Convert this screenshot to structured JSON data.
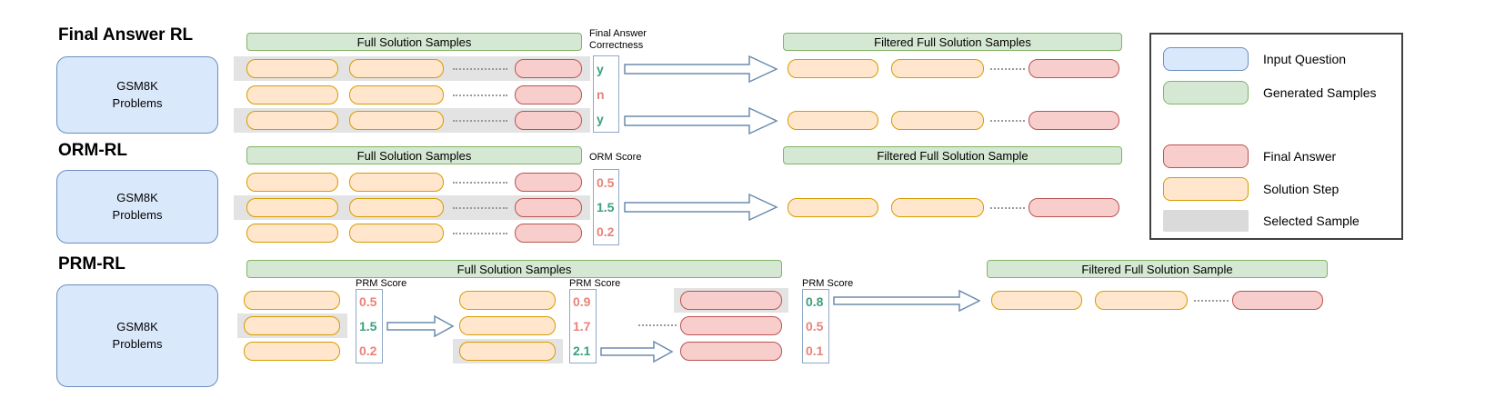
{
  "colors": {
    "input_question_fill": "#dae8fc",
    "input_question_stroke": "#6c8ebf",
    "generated_samples_fill": "#d5e8d4",
    "generated_samples_stroke": "#82b366",
    "final_answer_fill": "#f8cecc",
    "final_answer_stroke": "#b85450",
    "solution_step_fill": "#ffe6cc",
    "solution_step_stroke": "#d79b00",
    "selected_sample_fill": "#e3e3e3",
    "score_positive": "#3aa17e",
    "score_negative": "#e8837a",
    "arrow_stroke": "#6b8cae"
  },
  "final_answer_rl": {
    "title": "Final Answer RL",
    "input_box": "GSM8K\nProblems",
    "samples_header": "Full Solution Samples",
    "score_label": "Final Answer\nCorrectness",
    "scores": [
      {
        "value": "y",
        "status": "positive"
      },
      {
        "value": "n",
        "status": "negative"
      },
      {
        "value": "y",
        "status": "positive"
      }
    ],
    "filtered_header": "Filtered Full Solution Samples"
  },
  "orm_rl": {
    "title": "ORM-RL",
    "input_box": "GSM8K\nProblems",
    "samples_header": "Full Solution Samples",
    "score_label": "ORM Score",
    "scores": [
      {
        "value": "0.5",
        "status": "negative"
      },
      {
        "value": "1.5",
        "status": "positive"
      },
      {
        "value": "0.2",
        "status": "negative"
      }
    ],
    "filtered_header": "Filtered Full Solution Sample"
  },
  "prm_rl": {
    "title": "PRM-RL",
    "input_box": "GSM8K\nProblems",
    "samples_header": "Full Solution Samples",
    "stage1": {
      "score_label": "PRM Score",
      "scores": [
        {
          "value": "0.5",
          "status": "negative"
        },
        {
          "value": "1.5",
          "status": "positive"
        },
        {
          "value": "0.2",
          "status": "negative"
        }
      ]
    },
    "stage2": {
      "score_label": "PRM Score",
      "scores": [
        {
          "value": "0.9",
          "status": "negative"
        },
        {
          "value": "1.7",
          "status": "negative"
        },
        {
          "value": "2.1",
          "status": "positive"
        }
      ]
    },
    "stage3": {
      "score_label": "PRM Score",
      "scores": [
        {
          "value": "0.8",
          "status": "positive"
        },
        {
          "value": "0.5",
          "status": "negative"
        },
        {
          "value": "0.1",
          "status": "negative"
        }
      ]
    },
    "filtered_header": "Filtered Full Solution Sample"
  },
  "legend": {
    "items": [
      {
        "label": "Input Question"
      },
      {
        "label": "Generated Samples"
      },
      {
        "label": "Final Answer"
      },
      {
        "label": "Solution Step"
      },
      {
        "label": "Selected Sample"
      }
    ]
  }
}
